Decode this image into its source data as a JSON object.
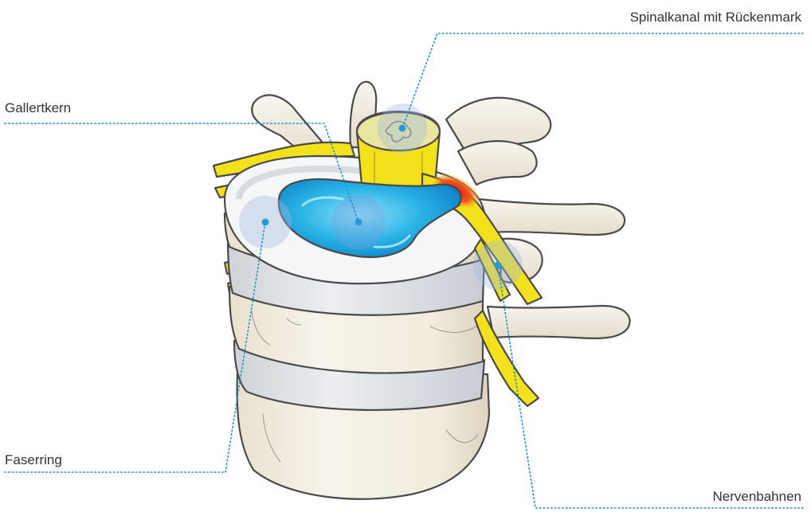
{
  "labels": {
    "spinal_canal": "Spinalkanal mit Rückenmark",
    "nucleus": "Gallertkern",
    "annulus": "Faserring",
    "nerves": "Nervenbahnen"
  },
  "colors": {
    "leader_line": "#1a92c9",
    "marker_dot": "#2b9ad6",
    "marker_halo": "#9fb8e2",
    "bone": "#f2ede1",
    "nerve": "#f3e21b",
    "nucleus": "#29b6e4",
    "disc": "#f3f4f6",
    "inflammation": "#e8251c"
  }
}
